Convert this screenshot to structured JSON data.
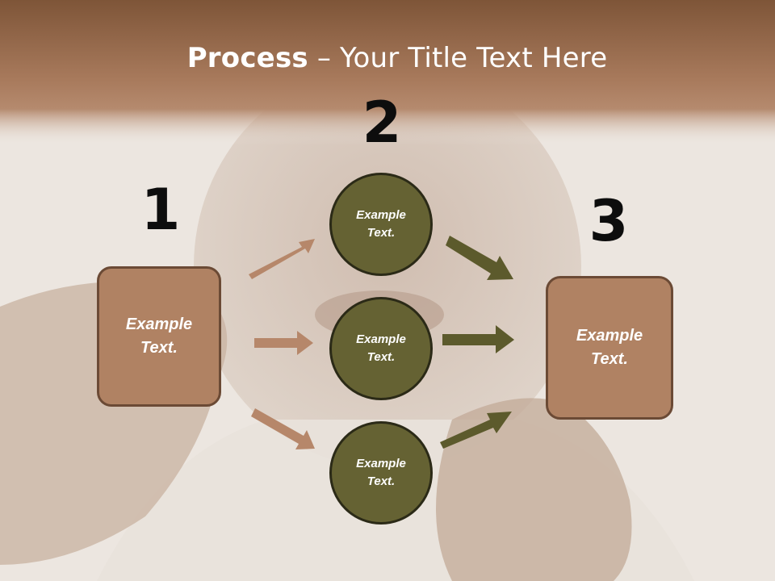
{
  "slide": {
    "title_bold": "Process",
    "title_rest": " – Your Title Text Here",
    "step_numbers": [
      "1",
      "2",
      "3"
    ],
    "left_box_text": "Example Text.",
    "right_box_text": "Example Text.",
    "circles": [
      {
        "text": "Example Text."
      },
      {
        "text": "Example Text."
      },
      {
        "text": "Example Text."
      }
    ]
  },
  "colors": {
    "header_brown": "#8a5a3c",
    "box_fill": "#b08263",
    "circle_fill": "#656233",
    "arrow_tan": "#b6876a",
    "arrow_olive": "#5c5a2c"
  }
}
